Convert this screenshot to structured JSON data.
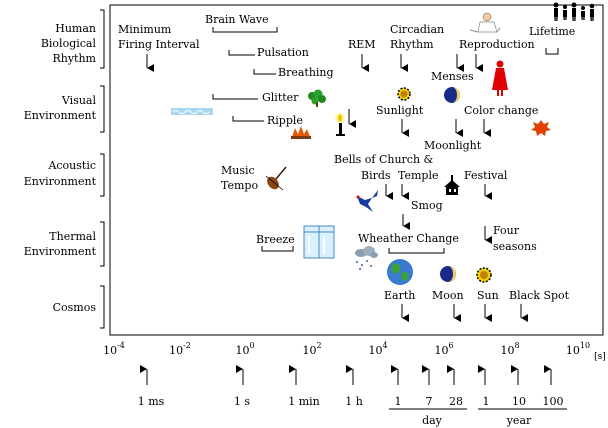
{
  "categories": [
    {
      "lines": [
        "Human",
        "Biological",
        "Rhythm"
      ]
    },
    {
      "lines": [
        "Visual",
        "Environment"
      ]
    },
    {
      "lines": [
        "Acoustic",
        "Environment"
      ]
    },
    {
      "lines": [
        "Thermal",
        "Environment"
      ]
    },
    {
      "lines": [
        "Cosmos"
      ]
    }
  ],
  "labels": {
    "min_firing": [
      "Minimum",
      "Firing Interval"
    ],
    "brain_wave": "Brain Wave",
    "pulsation": "Pulsation",
    "breathing": "Breathing",
    "rem": "REM",
    "circadian": [
      "Circadian",
      "Rhythm"
    ],
    "reproduction": "Reproduction",
    "lifetime": "Lifetime",
    "menses": "Menses",
    "glitter": "Glitter",
    "ripple": "Ripple",
    "sunlight": "Sunlight",
    "color_change": "Color change",
    "moonlight": "Moonlight",
    "music": [
      "Music",
      "Tempo"
    ],
    "bells": [
      "Bells of Church &",
      "Temple"
    ],
    "birds": "Birds",
    "festival": "Festival",
    "smog": "Smog",
    "breeze": "Breeze",
    "weather": "Wheather Change",
    "four_seasons": [
      "Four",
      "seasons"
    ],
    "earth": "Earth",
    "moon": "Moon",
    "sun": "Sun",
    "black_spot": "Black Spot"
  },
  "axis": {
    "ticks": [
      {
        "base": "10",
        "exp": "-4"
      },
      {
        "base": "10",
        "exp": "-2"
      },
      {
        "base": "10",
        "exp": "0"
      },
      {
        "base": "10",
        "exp": "2"
      },
      {
        "base": "10",
        "exp": "4"
      },
      {
        "base": "10",
        "exp": "6"
      },
      {
        "base": "10",
        "exp": "8"
      },
      {
        "base": "10",
        "exp": "10"
      }
    ],
    "unit": "[s]"
  },
  "references": [
    {
      "label": "1 ms"
    },
    {
      "label": "1 s"
    },
    {
      "label": "1 min"
    },
    {
      "label": "1 h"
    },
    {
      "label": "1"
    },
    {
      "label": "7"
    },
    {
      "label": "28"
    },
    {
      "label": "1"
    },
    {
      "label": "10"
    },
    {
      "label": "100"
    }
  ],
  "groups": {
    "day": "day",
    "year": "year"
  },
  "colors": {
    "line": "#000000",
    "water": "#a8d8f0",
    "fire": "#e05a00",
    "reproduction_red": "#e00000",
    "sun_yellow": "#f0d000",
    "moon_blue": "#1a2a8a"
  }
}
